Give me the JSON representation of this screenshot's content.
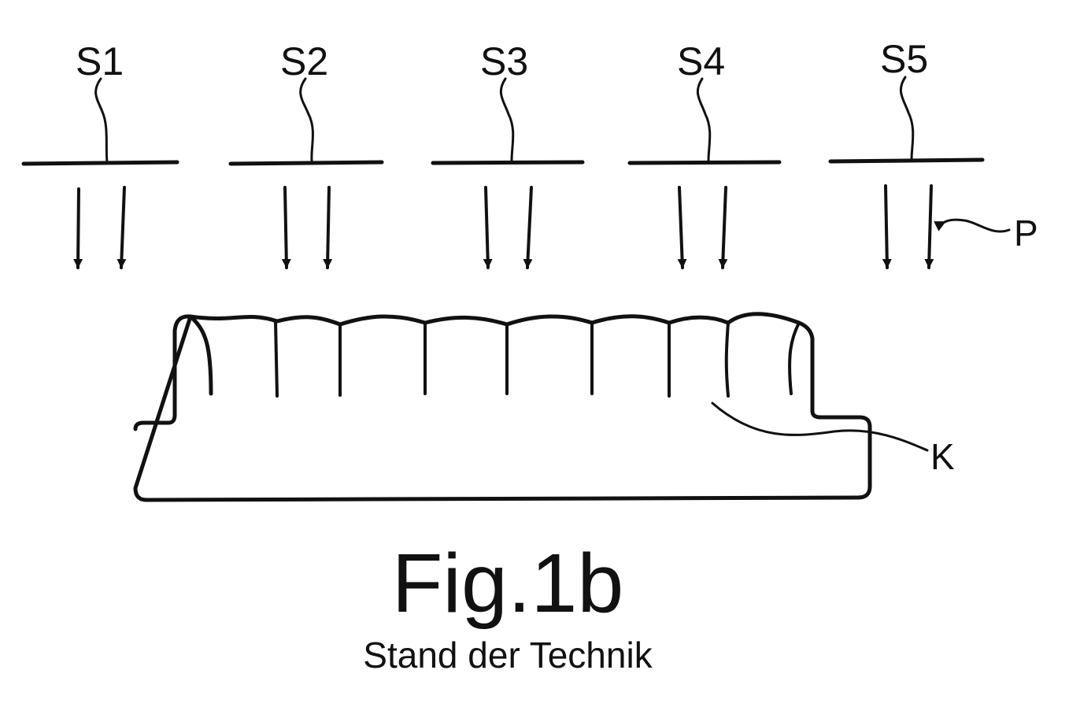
{
  "figure": {
    "segments": [
      {
        "label": "S1"
      },
      {
        "label": "S2"
      },
      {
        "label": "S3"
      },
      {
        "label": "S4"
      },
      {
        "label": "S5"
      }
    ],
    "arrow_label": "P",
    "body_label": "K",
    "caption": "Fig.1b",
    "subcaption": "Stand der Technik"
  },
  "colors": {
    "ink": "#111111",
    "background": "#ffffff"
  }
}
